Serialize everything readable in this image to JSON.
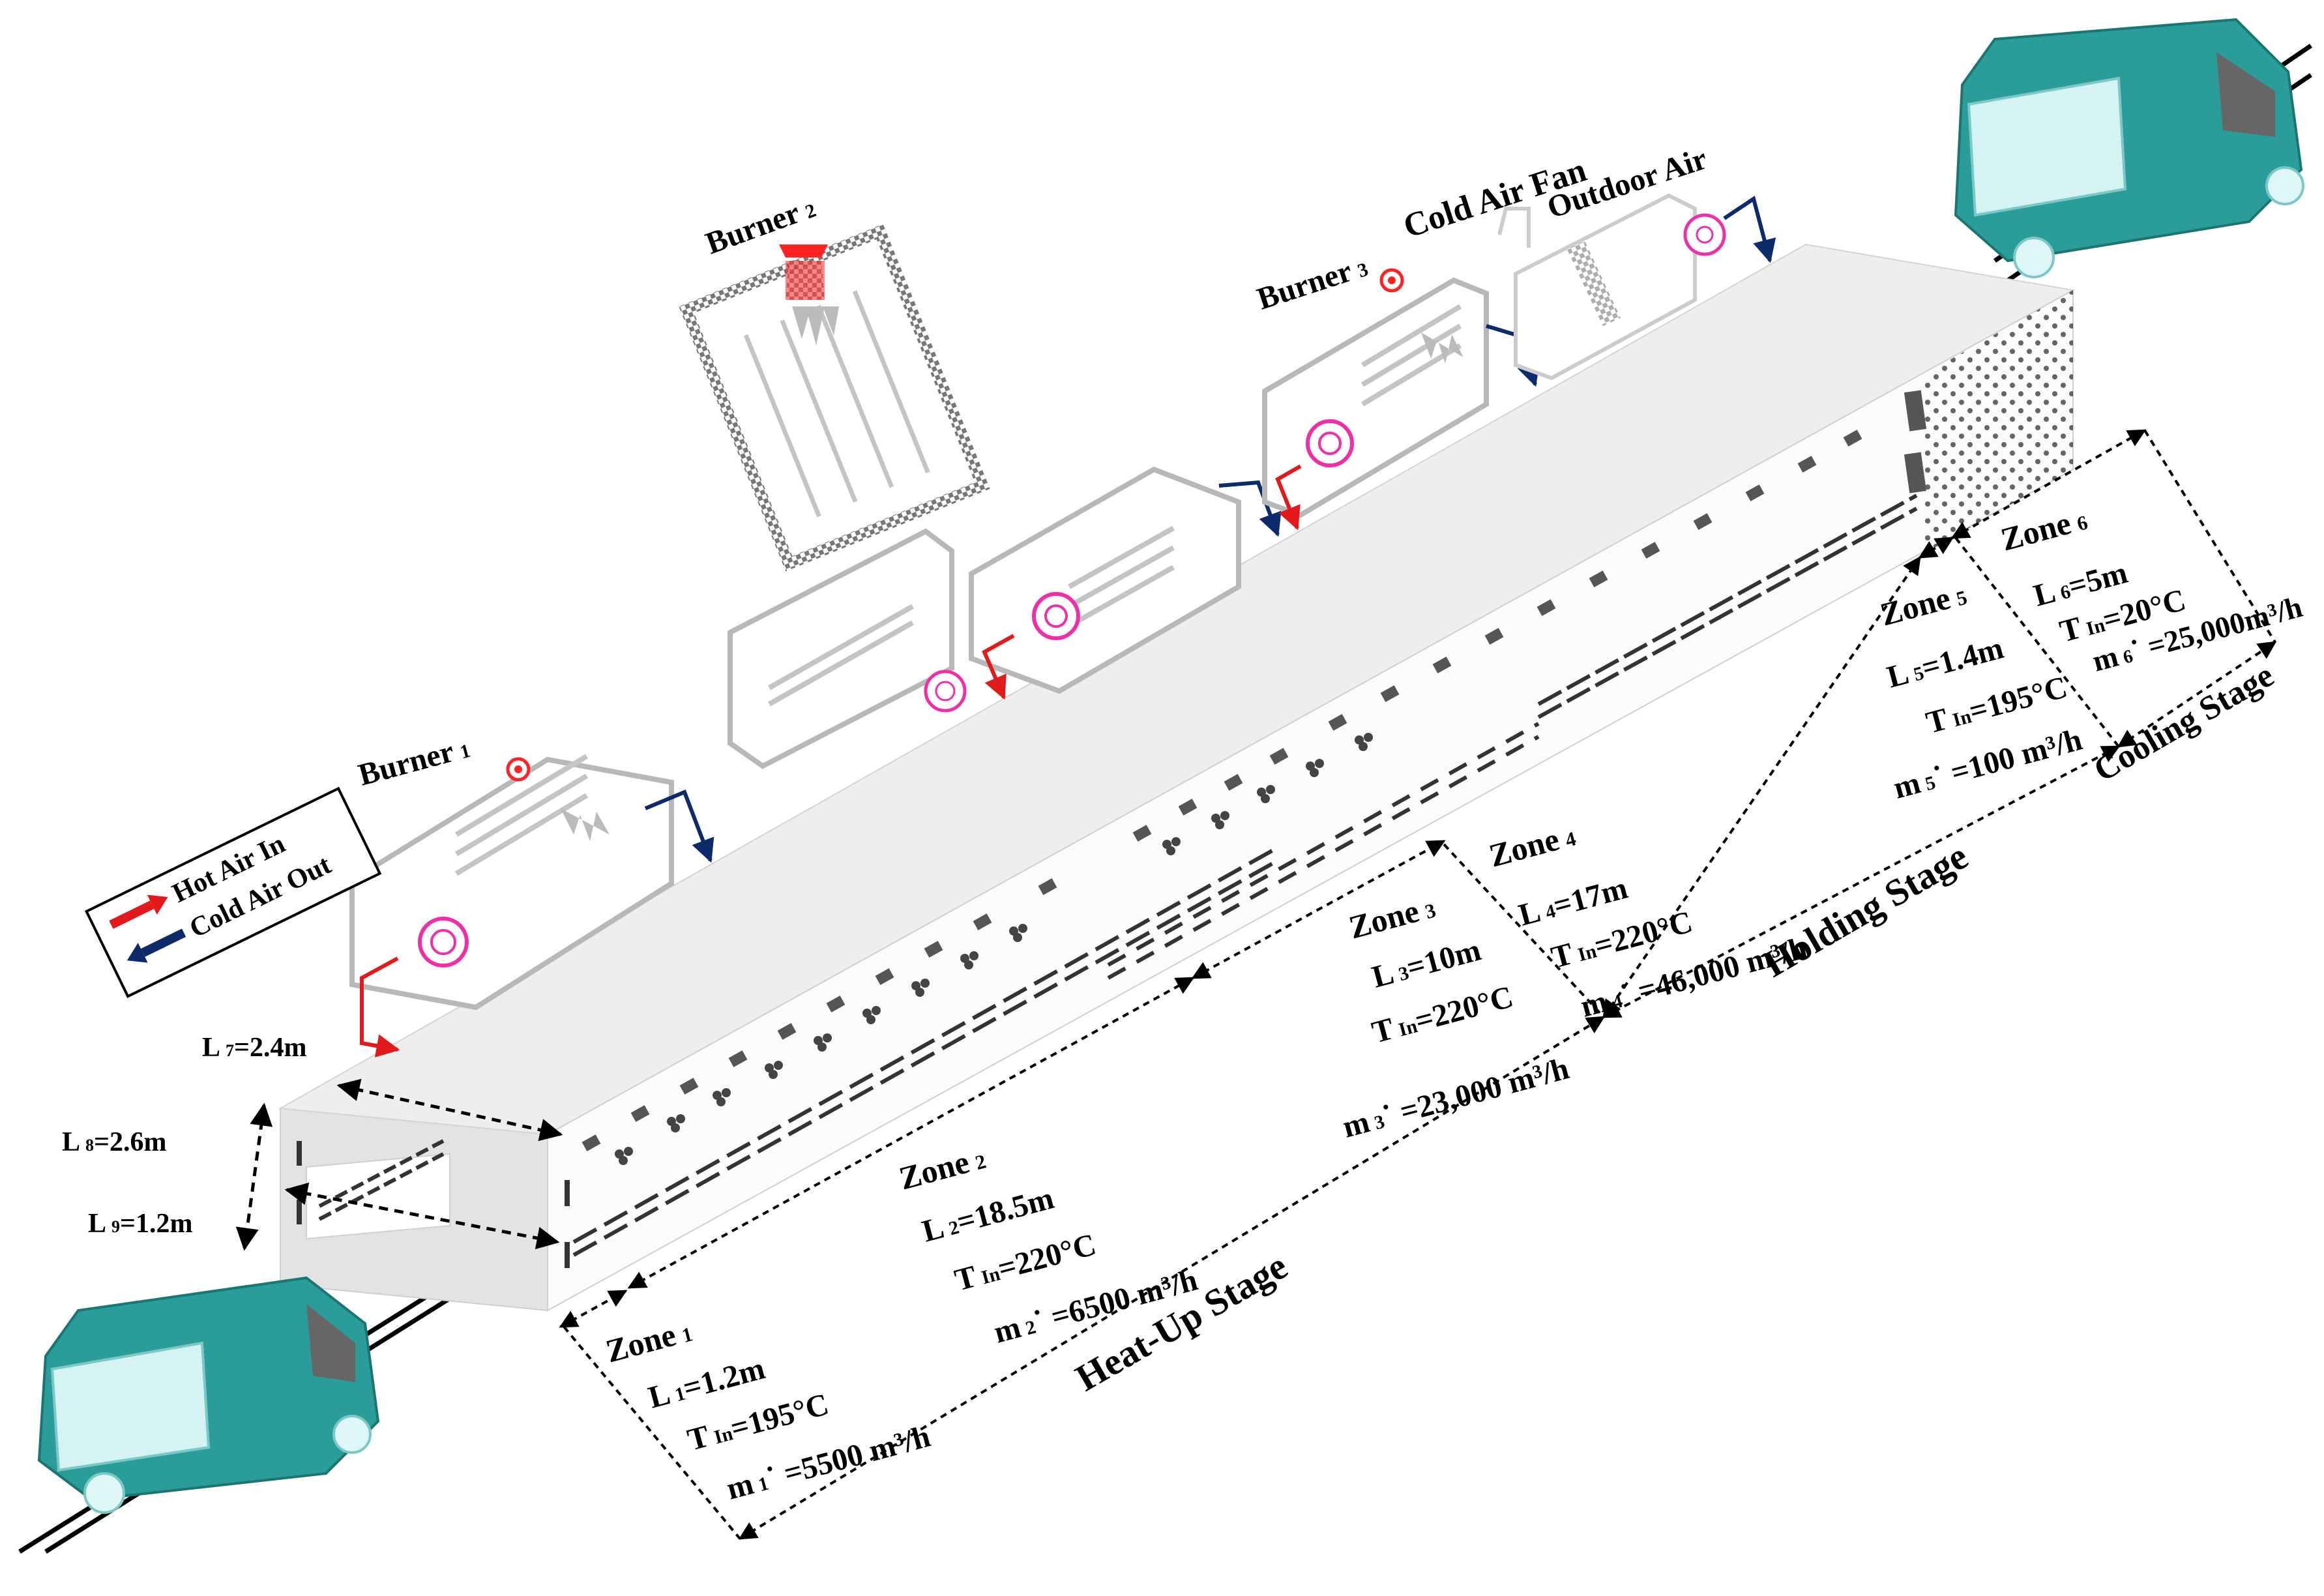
{
  "legend": {
    "hot_air_in": "Hot Air In",
    "cold_air_out": "Cold Air Out",
    "hot_color": "#e31a1c",
    "cold_color": "#0d2a6b"
  },
  "units": {
    "burner1": {
      "name": "Burner",
      "sub": "1"
    },
    "burner2": {
      "name": "Burner",
      "sub": "2"
    },
    "burner3": {
      "name": "Burner",
      "sub": "3"
    },
    "cold_air_fan": "Cold Air Fan",
    "outdoor_air": "Outdoor Air"
  },
  "dimensions": {
    "l7": {
      "pre": "L",
      "sub": "7",
      "post": "=2.4m"
    },
    "l8": {
      "pre": "L",
      "sub": "8",
      "post": "=2.6m"
    },
    "l9": {
      "pre": "L",
      "sub": "9",
      "post": "=1.2m"
    }
  },
  "zones": [
    {
      "title": "Zone",
      "n": "1",
      "L": "=1.2m",
      "T": "=195°C",
      "m": " =5500 m³/h"
    },
    {
      "title": "Zone",
      "n": "2",
      "L": "=18.5m",
      "T": "=220°C",
      "m": " =6500 m³/h"
    },
    {
      "title": "Zone",
      "n": "3",
      "L": "=10m",
      "T": "=220°C",
      "m": " =23,000 m³/h"
    },
    {
      "title": "Zone",
      "n": "4",
      "L": "=17m",
      "T": "=220°C",
      "m": " =46,000 m³/h"
    },
    {
      "title": "Zone",
      "n": "5",
      "L": "=1.4m",
      "T": "=195°C",
      "m": " =100 m³/h"
    },
    {
      "title": "Zone",
      "n": "6",
      "L": "=5m",
      "T": "=20°C",
      "m": " =25,000m³/h"
    }
  ],
  "symbols": {
    "L": "L",
    "T": "T",
    "T_sub": "In",
    "m": "m",
    "m_mark": "˙"
  },
  "stages": {
    "heat_up": "Heat-Up Stage",
    "holding": "Holding Stage",
    "cooling": "Cooling Stage"
  },
  "colors": {
    "oven_top": "#eeeeee",
    "oven_front": "#fbfbfb",
    "car_body": "#2a9d9a",
    "car_glass": "#d6f3f3",
    "unit_outline": "#b8b8b8",
    "fan": "#ee2fa8",
    "burner_red": "#ff2222"
  }
}
